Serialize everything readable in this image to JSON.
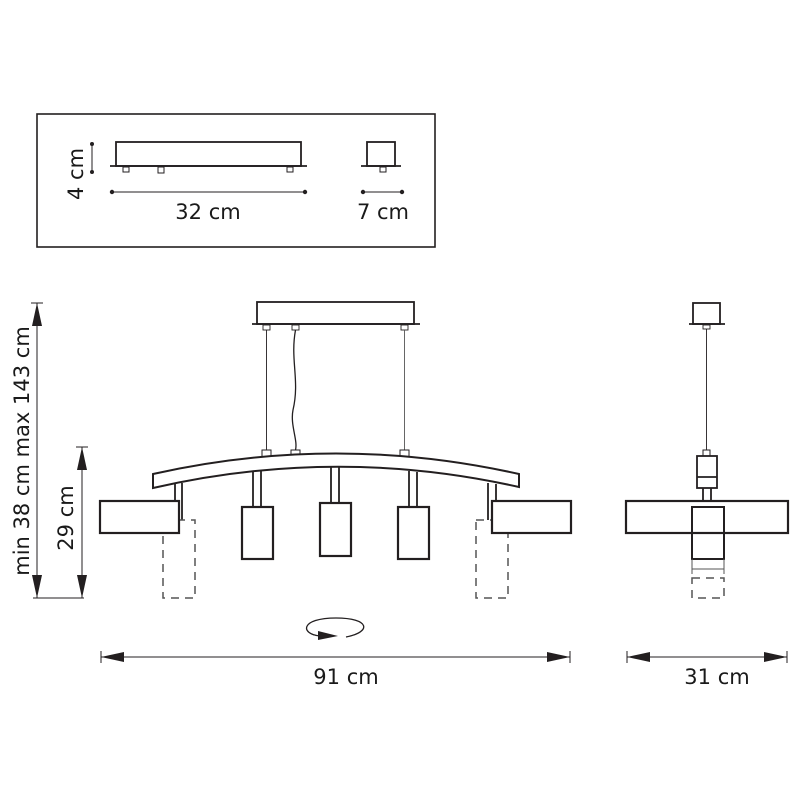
{
  "diagram": {
    "type": "technical-dimension-drawing",
    "subject": "pendant ceiling lamp with 5 spot shades",
    "colors": {
      "line": "#231f20",
      "background": "#ffffff",
      "dashed": "#555555"
    },
    "canopy_inset": {
      "height_label": "4 cm",
      "length_label": "32 cm",
      "width_label": "7 cm"
    },
    "front_view": {
      "total_height_label": "min 38 cm max 143 cm",
      "body_height_label": "29 cm",
      "width_label": "91 cm",
      "rotation_icon": "rotate-arrow-icon",
      "shade_count": 5
    },
    "side_view": {
      "depth_label": "31 cm"
    }
  }
}
